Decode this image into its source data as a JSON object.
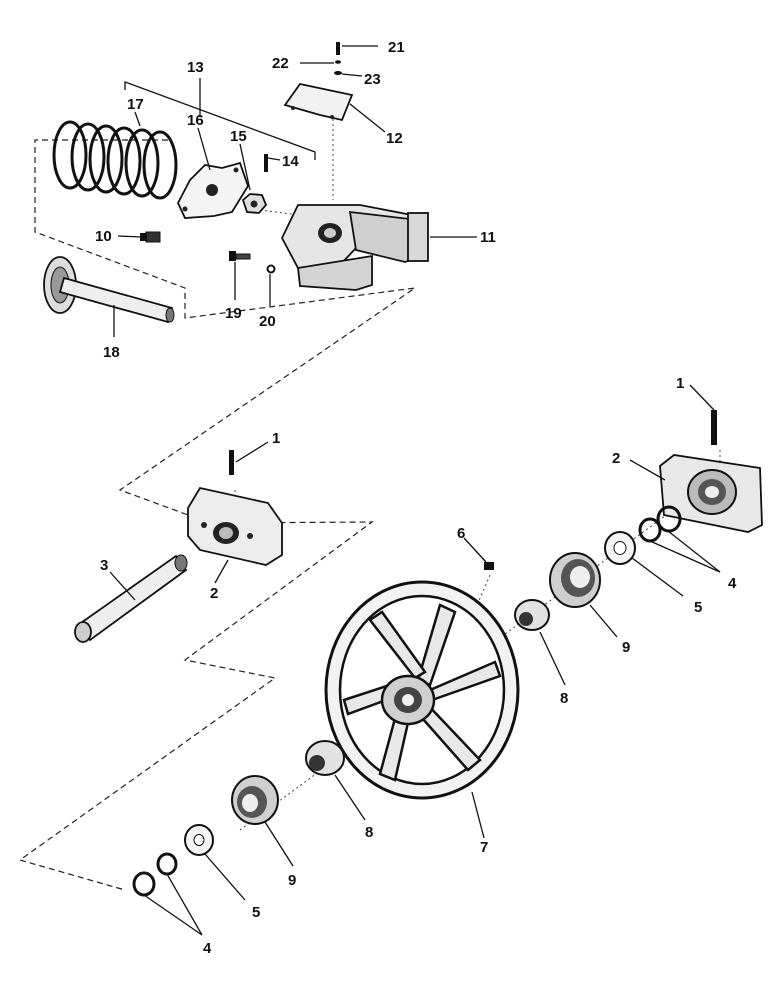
{
  "callouts": {
    "c1_top": "1",
    "c1_mid": "1",
    "c2_right": "2",
    "c2_left": "2",
    "c3": "3",
    "c4_right": "4",
    "c4_left": "4",
    "c5_right": "5",
    "c5_left": "5",
    "c6": "6",
    "c7": "7",
    "c8_right": "8",
    "c8_left": "8",
    "c9_right": "9",
    "c9_left": "9",
    "c10": "10",
    "c11": "11",
    "c12": "12",
    "c13": "13",
    "c14": "14",
    "c15": "15",
    "c16": "16",
    "c17": "17",
    "c18": "18",
    "c19": "19",
    "c20": "20",
    "c21": "21",
    "c22": "22",
    "c23": "23"
  },
  "colors": {
    "ink": "#111111",
    "shade": "#555555",
    "paper": "#ffffff"
  }
}
